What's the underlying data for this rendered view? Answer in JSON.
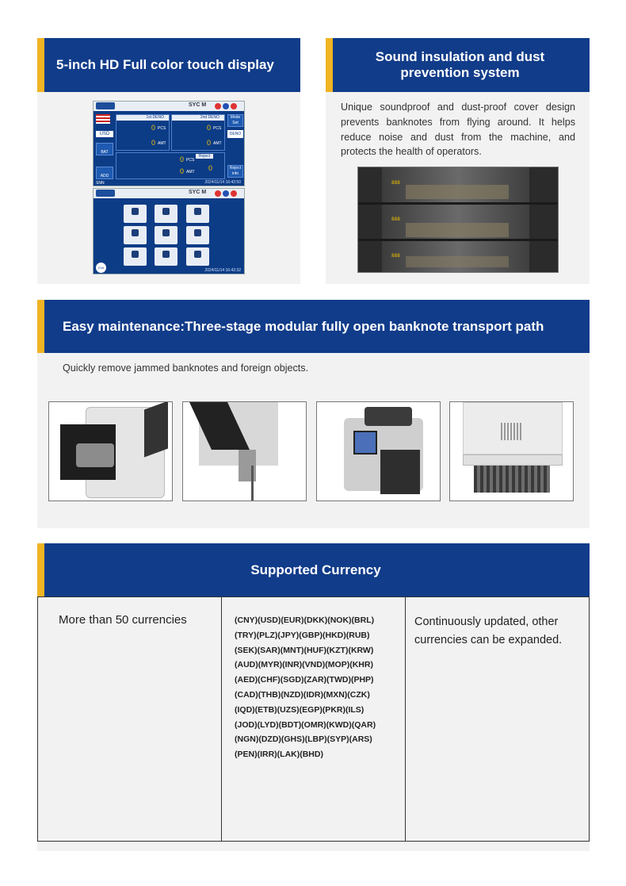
{
  "section_display": {
    "title": "5-inch HD Full color touch display"
  },
  "section_sound": {
    "title_line1": "Sound insulation and dust",
    "title_line2": "prevention system",
    "description": "Unique soundproof and dust-proof cover design prevents banknotes from flying around. It helps reduce noise and dust from the machine, and protects the health of operators."
  },
  "section_maintenance": {
    "title": "Easy maintenance:Three-stage modular fully open banknote transport path",
    "description": "Quickly remove jammed banknotes and foreign objects."
  },
  "section_currency": {
    "title": "Supported Currency",
    "col1": "More than 50 currencies",
    "currency_lines": [
      "(CNY)(USD)(EUR)(DKK)(NOK)(BRL)",
      "(TRY)(PLZ)(JPY)(GBP)(HKD)(RUB)",
      "(SEK)(SAR)(MNT)(HUF)(KZT)(KRW)",
      "(AUD)(MYR)(INR)(VND)(MOP)(KHR)",
      "(AED)(CHF)(SGD)(ZAR)(TWD)(PHP)",
      "(CAD)(THB)(NZD)(IDR)(MXN)(CZK)",
      "(IQD)(ETB)(UZS)(EGP)(PKR)(ILS)",
      "(JOD)(LYD)(BDT)(OMR)(KWD)(QAR)",
      "(NGN)(DZD)(GHS)(LBP)(SYP)(ARS)",
      "(PEN)(IRR)(LAK)(BHD)"
    ],
    "col3": "Continuously updated, other currencies can be expanded."
  },
  "screen1": {
    "brand": "SYC M",
    "tab1": "1st DENO",
    "tab2": "2nd DENO",
    "currency": "USD",
    "pcs1": "0",
    "pcs_label": "PCS",
    "amt1": "0",
    "amt_label": "AMT",
    "pcs2": "0",
    "amt2": "0",
    "tot_pcs": "0",
    "tot_amt": "0",
    "reject_label": "Reject",
    "reject_value": "0",
    "btn_mode": "Mode Set",
    "btn_deno": "DENO",
    "btn_bat": "BAT",
    "btn_add": "ADD",
    "btn_reject": "Reject info",
    "btn_sn": "SNN",
    "timestamp": "2024/11/14 16:42:50"
  },
  "screen2": {
    "brand": "SYC M",
    "timestamp": "2024/11/14 16:42:32",
    "exit_label": "Exit"
  },
  "colors": {
    "brand_blue": "#113c8a",
    "accent_yellow": "#f0b323",
    "panel_grey": "#f2f2f2",
    "display_digit": "#f0c000"
  }
}
